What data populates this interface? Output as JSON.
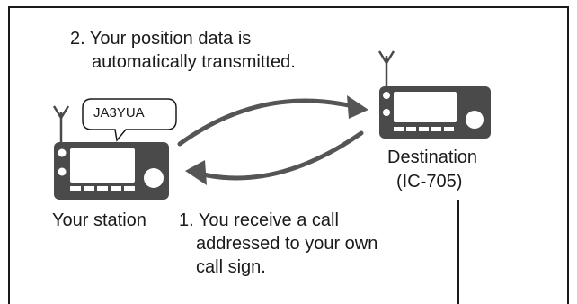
{
  "callout_top": {
    "line1": "2. Your position data is",
    "line2": "automatically transmitted."
  },
  "callout_bottom": {
    "line1": "1. You receive a call",
    "line2": "addressed to your own",
    "line3": "call sign."
  },
  "bubble_label": "JA3YUA",
  "your_station_label": "Your station",
  "destination_label": {
    "line1": "Destination",
    "line2": "(IC-705)"
  },
  "colors": {
    "radio_body": "#4a4a4a",
    "arrow": "#555555",
    "border": "#1a1a1a"
  }
}
